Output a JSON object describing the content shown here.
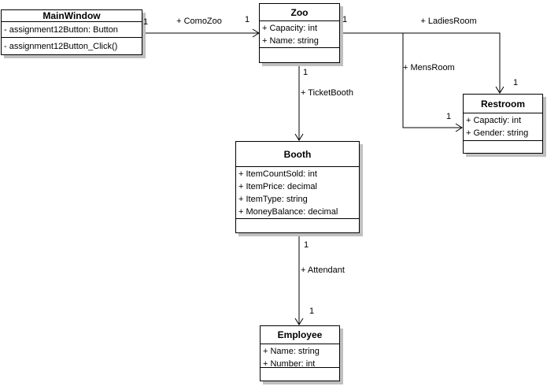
{
  "canvas": {
    "background": "#ffffff",
    "box_fill": "#ffffff",
    "border_color": "#000000",
    "shadow_color": "#c0c0c0"
  },
  "diagram_type": "uml-class-diagram",
  "classes": [
    {
      "name": "MainWindow",
      "attributes": [
        "- assignment12Button: Button"
      ],
      "methods": [
        "- assignment12Button_Click()"
      ]
    },
    {
      "name": "Zoo",
      "attributes": [
        "+ Capacity: int",
        "+ Name: string"
      ],
      "methods": []
    },
    {
      "name": "Restroom",
      "attributes": [
        "+ Capactiy: int",
        "+ Gender: string"
      ],
      "methods": []
    },
    {
      "name": "Booth",
      "attributes": [
        "+ ItemCountSold: int",
        "+ ItemPrice: decimal",
        "+ ItemType: string",
        "+ MoneyBalance: decimal"
      ],
      "methods": []
    },
    {
      "name": "Employee",
      "attributes": [
        "+ Name: string",
        "+ Number: int"
      ],
      "methods": []
    }
  ],
  "associations": [
    {
      "label": "+ ComoZoo",
      "source": "MainWindow",
      "target": "Zoo",
      "source_mult": "1",
      "target_mult": "1"
    },
    {
      "label": "+ LadiesRoom",
      "source": "Zoo",
      "target": "Restroom",
      "source_mult": "1",
      "target_mult": "1"
    },
    {
      "label": "+ MensRoom",
      "source": "Zoo",
      "target": "Restroom",
      "source_mult": "",
      "target_mult": "1"
    },
    {
      "label": "+ TicketBooth",
      "source": "Zoo",
      "target": "Booth",
      "source_mult": "1",
      "target_mult": ""
    },
    {
      "label": "+ Attendant",
      "source": "Booth",
      "target": "Employee",
      "source_mult": "1",
      "target_mult": "1"
    }
  ]
}
